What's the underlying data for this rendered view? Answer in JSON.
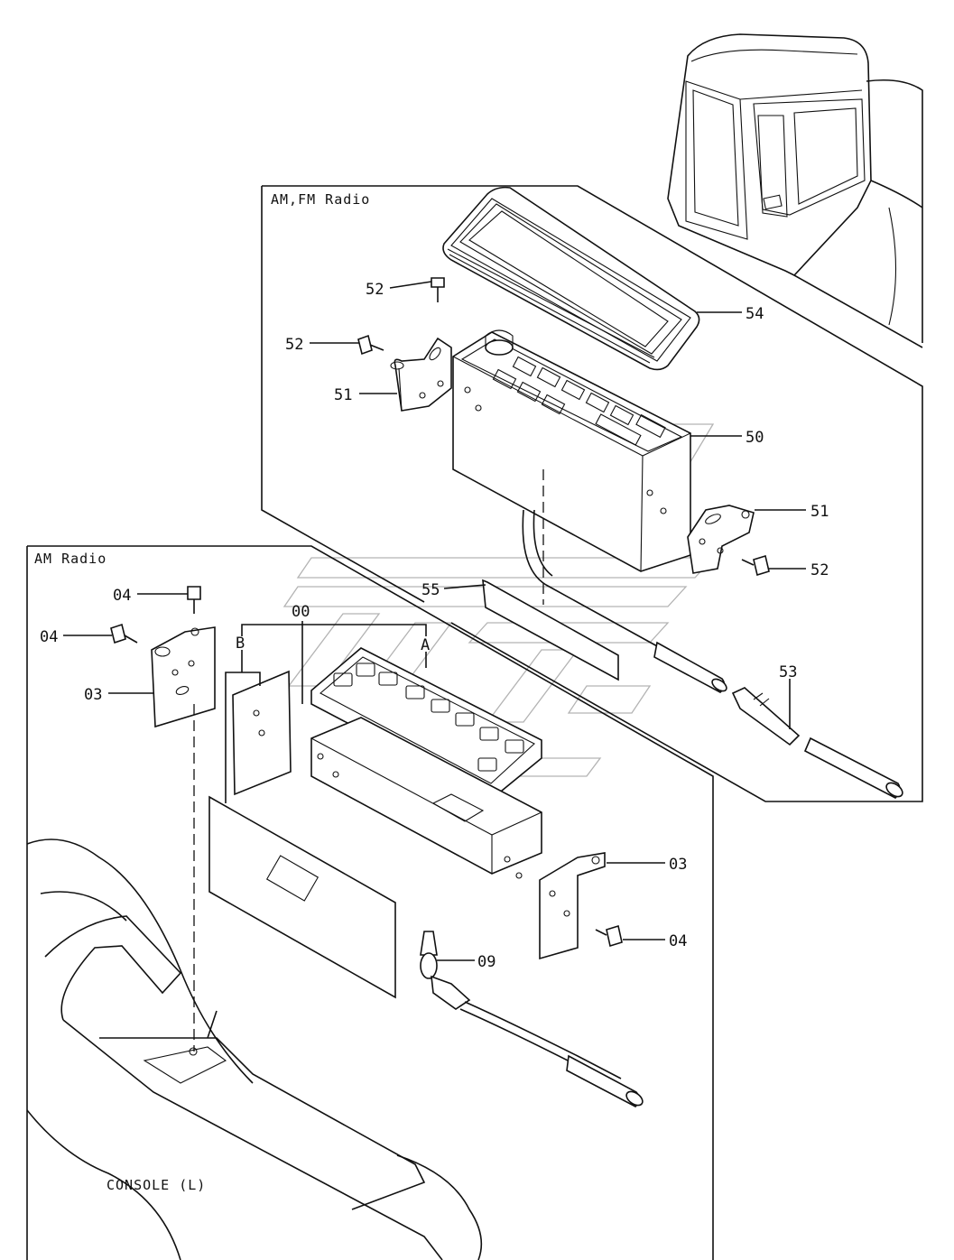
{
  "regions": {
    "am_fm_radio": "AM,FM Radio",
    "am_radio": "AM Radio",
    "console": "CONSOLE (L)"
  },
  "callouts": {
    "c00": "00",
    "c03a": "03",
    "c03b": "03",
    "c04a": "04",
    "c04b": "04",
    "c04c": "04",
    "c09": "09",
    "c50": "50",
    "c51a": "51",
    "c51b": "51",
    "c52a": "52",
    "c52b": "52",
    "c52c": "52",
    "c53": "53",
    "c54": "54",
    "c55": "55",
    "cA": "A",
    "cB": "B"
  }
}
